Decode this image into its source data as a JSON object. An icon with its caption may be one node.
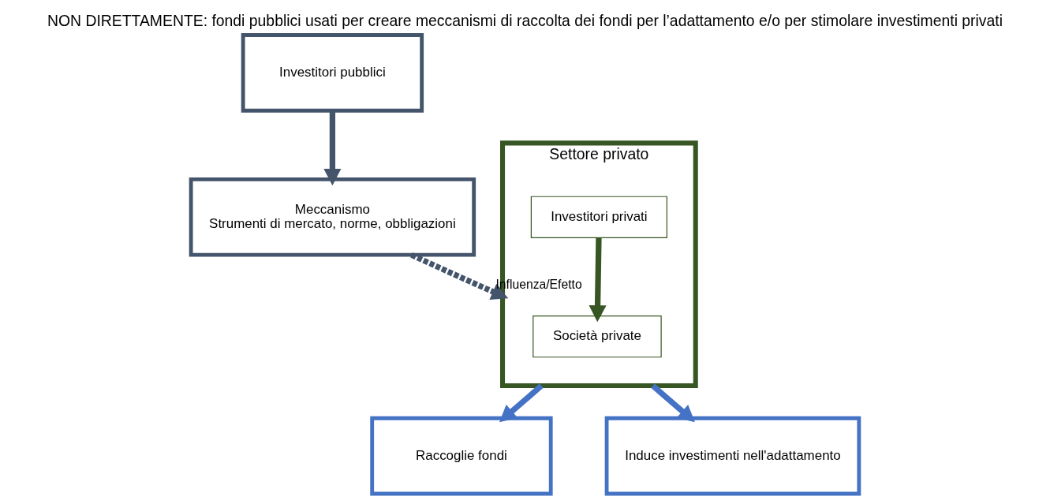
{
  "diagram": {
    "title": "NON DIRETTAMENTE: fondi pubblici usati per creare meccanismi di raccolta dei fondi per l’adattamento e/o per stimolare investimenti privati",
    "nodes": [
      {
        "text": [
          "Investitori pubblici"
        ]
      },
      {
        "text": [
          "Meccanismo",
          "Strumenti di mercato, norme, obbligazioni"
        ]
      },
      {
        "text": [
          "Settore privato"
        ]
      },
      {
        "text": [
          "Investitori privati"
        ],
        "in": 2
      },
      {
        "text": [
          "Società private"
        ],
        "in": 2
      },
      {
        "text": [
          "Raccoglie fondi"
        ]
      },
      {
        "text": [
          "Induce investimenti nell'adattamento"
        ]
      }
    ],
    "edges": [
      {
        "from": 0,
        "to": 1,
        "arrow": "to",
        "color": "#44546a"
      },
      {
        "from": 3,
        "to": 4,
        "arrow": "to",
        "color": "#375623"
      },
      {
        "from": 1,
        "to": 2,
        "arrow": "to",
        "style": "dashed",
        "color": "#44546a",
        "label": "Influenza/Efetto"
      },
      {
        "from": 2,
        "to": 5,
        "arrow": "to",
        "color": "#4472c4"
      },
      {
        "from": 2,
        "to": 6,
        "arrow": "to",
        "color": "#4472c4"
      }
    ]
  }
}
